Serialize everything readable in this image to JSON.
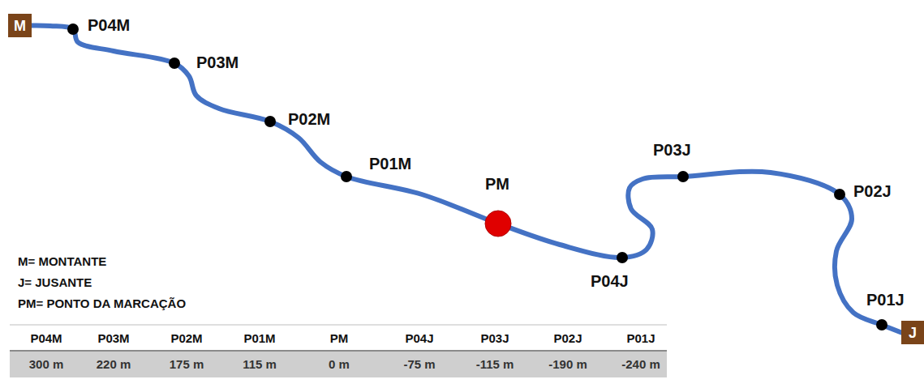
{
  "diagram": {
    "nodes": [
      {
        "text": [
          "M"
        ]
      },
      {
        "text": [
          "J"
        ]
      }
    ],
    "edges": [
      {
        "from": 0,
        "to": 1,
        "arrow": "none"
      }
    ],
    "labels": [
      "P04M",
      "P03M",
      "P02M",
      "P01M",
      "PM",
      "P04J",
      "P03J",
      "P02J",
      "P01J",
      "M= MONTANTE",
      "J= JUSANTE",
      "PM= PONTO DA MARCAÇÃO",
      "P04M",
      "P03M",
      "P02M",
      "P01M",
      "PM",
      "P04J",
      "P03J",
      "P02J",
      "P01J",
      "300 m",
      "220 m",
      "175 m",
      "115 m",
      "0 m",
      "-75 m",
      "-115 m",
      "-190 m",
      "-240 m"
    ]
  }
}
